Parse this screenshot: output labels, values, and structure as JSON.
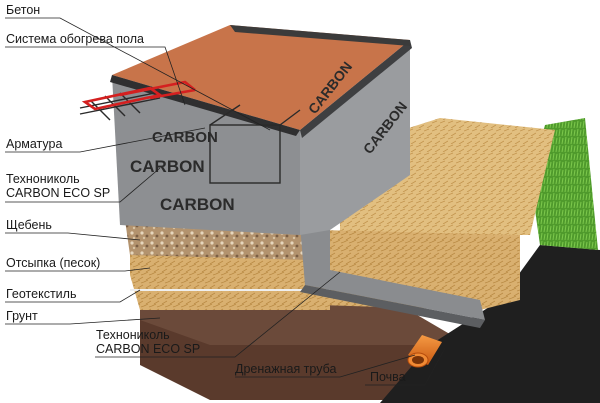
{
  "labels": {
    "concrete": "Бетон",
    "floor_heating": "Система обогрева пола",
    "rebar": "Арматура",
    "membrane_top_1": "Технониколь",
    "membrane_top_2": "CARBON ECO SP",
    "gravel": "Щебень",
    "sand_fill": "Отсыпка (песок)",
    "geotextile": "Геотекстиль",
    "ground": "Грунт",
    "membrane_bottom_1": "Технониколь",
    "membrane_bottom_2": "CARBON ECO SP",
    "drain_pipe": "Дренажная труба",
    "topsoil": "Почва"
  },
  "brand": {
    "print": "CARBON"
  },
  "colors": {
    "concrete_top": "#c8744a",
    "membrane": "#8a8c8f",
    "membrane_dark": "#3e3f41",
    "sand": "#d9b070",
    "gravel": "#b89a78",
    "ground": "#6b4a3a",
    "topsoil": "#1f1f1f",
    "grass": "#5aa832",
    "pipe": "#e8741c",
    "heating": "#d42020"
  }
}
